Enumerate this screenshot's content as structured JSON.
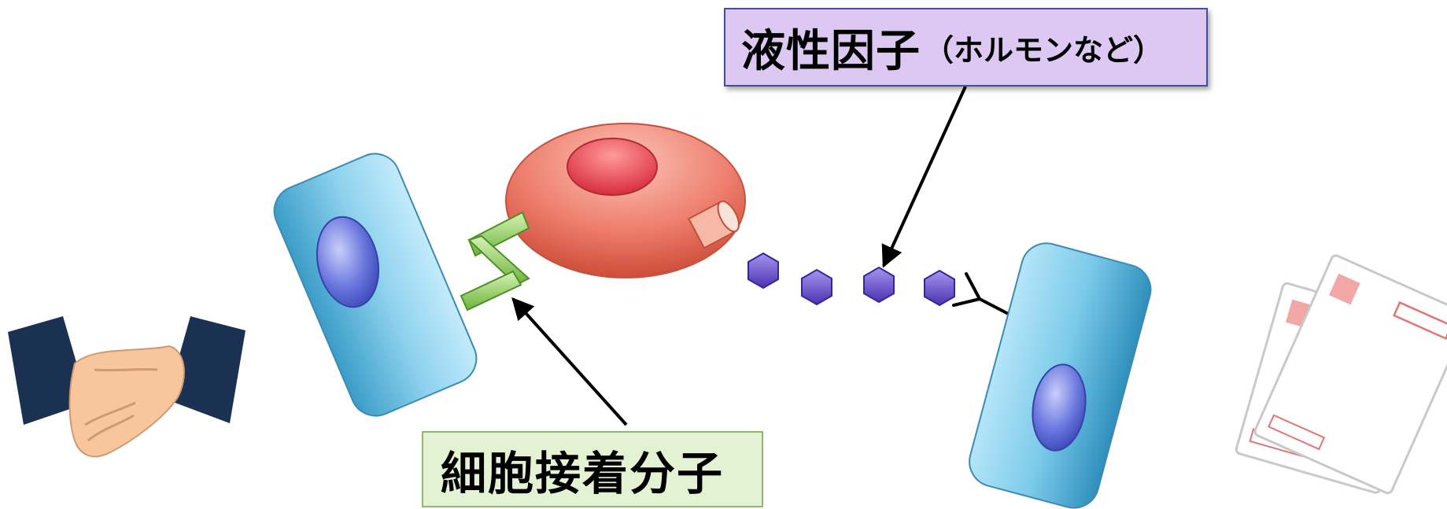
{
  "labels": {
    "humoral_factor": "液性因子",
    "humoral_factor_note": "（ホルモンなど）",
    "cell_adhesion_molecule": "細胞接着分子"
  },
  "colors": {
    "cell_blue": "#5fb8dc",
    "cell_red": "#e8685c",
    "nucleus_blue": "#5a68d6",
    "molecule_purple": "#6a4fcf",
    "adhesion_green": "#7cc44a",
    "label_purple_bg": "#dcc8f2",
    "label_green_bg": "#e4f2d4"
  },
  "icons": [
    "handshake-icon",
    "postcards-icon"
  ]
}
